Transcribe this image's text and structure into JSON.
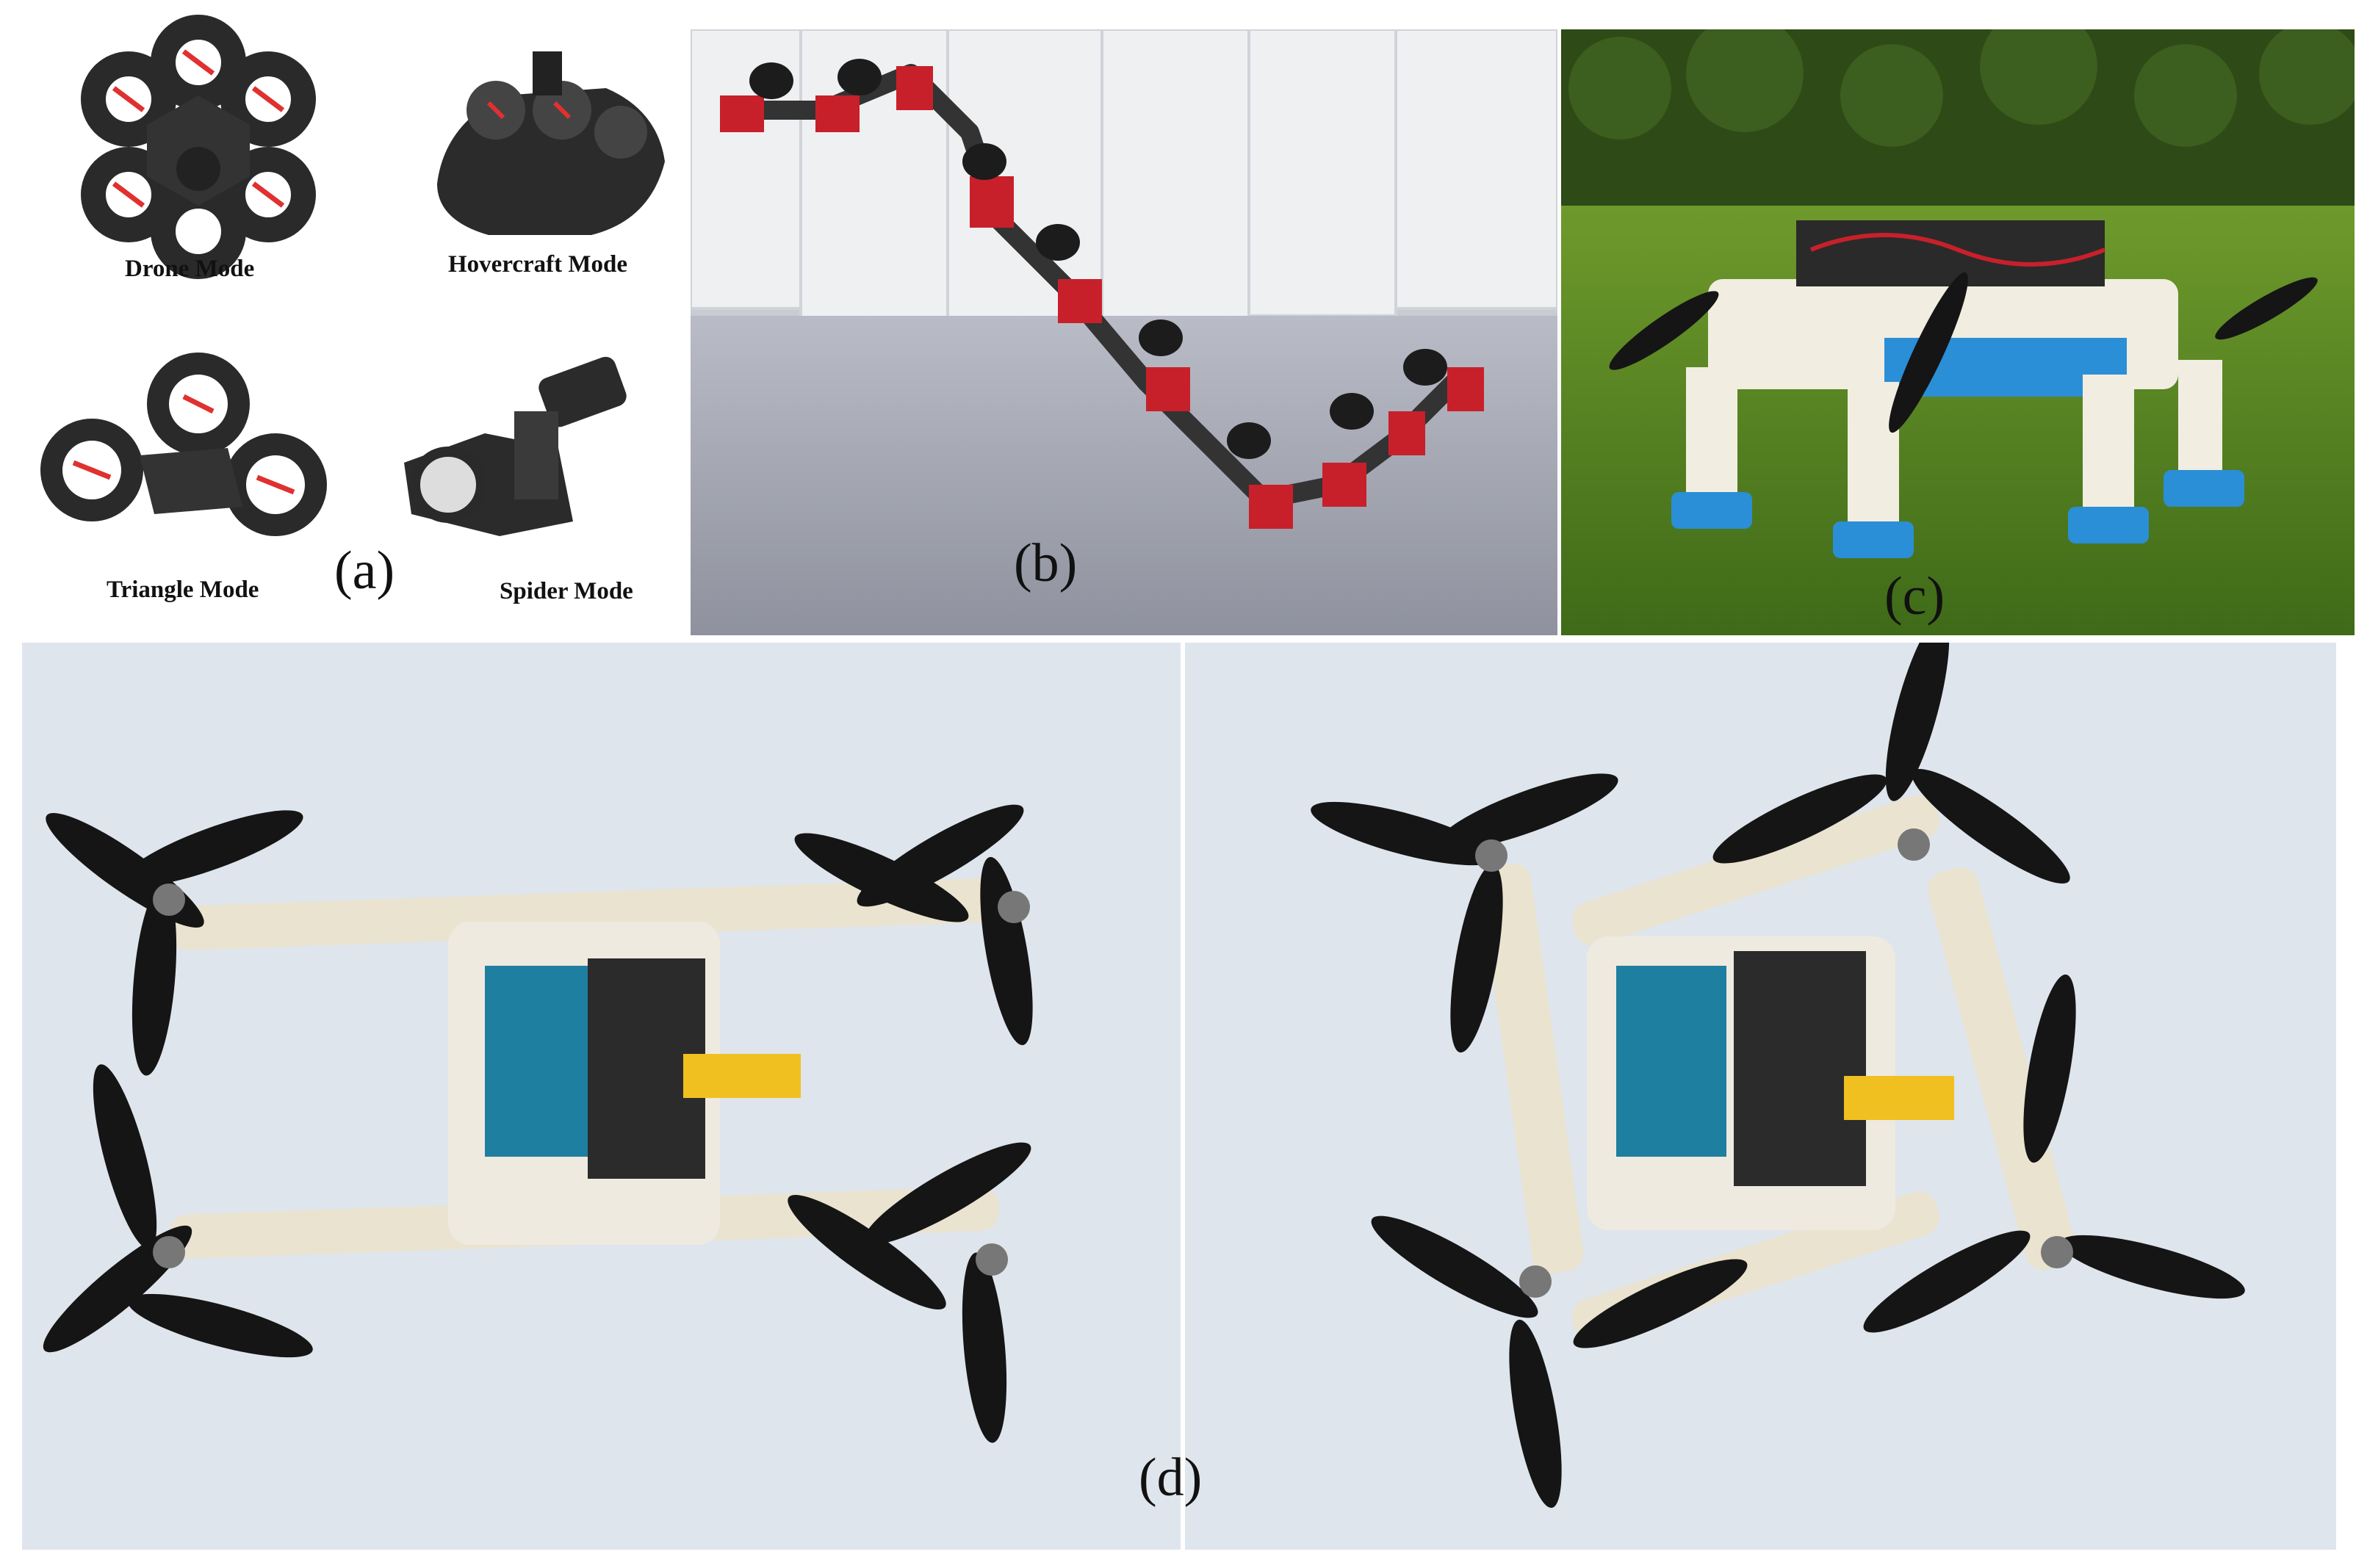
{
  "figure": {
    "panels": [
      {
        "id": "a",
        "caption": "(a)",
        "modes": [
          {
            "label": "Drone Mode"
          },
          {
            "label": "Hovercraft Mode"
          },
          {
            "label": "Triangle Mode"
          },
          {
            "label": "Spider Mode"
          }
        ]
      },
      {
        "id": "b",
        "caption": "(b)"
      },
      {
        "id": "c",
        "caption": "(c)"
      },
      {
        "id": "d",
        "caption": "(d)"
      }
    ]
  },
  "colors": {
    "drone_body": "#2a2a2a",
    "prop_accent": "#e03030",
    "snake_red": "#c8202a",
    "grass": "#4f7a22",
    "hedge": "#2e4a16",
    "robot_blue": "#2a8fd6",
    "robot_white": "#f1ede1",
    "backdrop": "#dfe5ec",
    "propeller": "#151515"
  }
}
